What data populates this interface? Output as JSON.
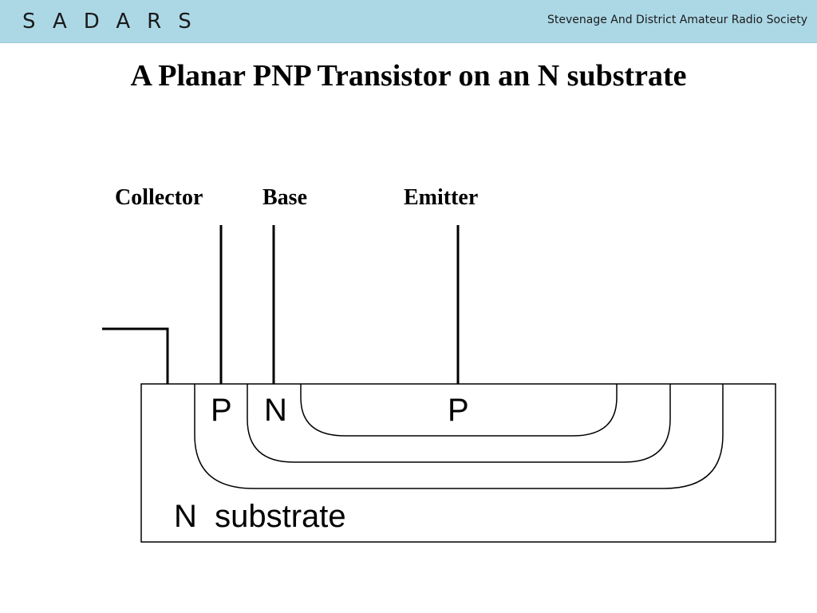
{
  "header": {
    "logo_text": "SADARS",
    "society_name": "Stevenage And District Amateur Radio Society",
    "background_color": "#acd8e6"
  },
  "slide": {
    "title": "A Planar PNP Transistor on an N substrate"
  },
  "diagram": {
    "terminals": {
      "collector": "Collector",
      "base": "Base",
      "emitter": "Emitter"
    },
    "regions": {
      "collector_region": "P",
      "base_region": "N",
      "emitter_region": "P",
      "substrate": "N  substrate"
    }
  }
}
